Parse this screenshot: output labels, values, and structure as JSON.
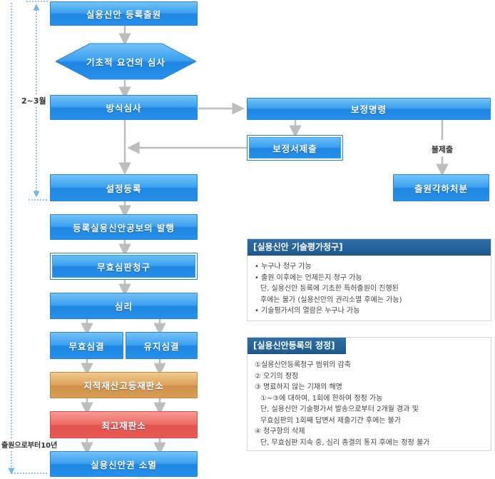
{
  "steps": {
    "application": "실용신안 등록출원",
    "basic_review": "기초적 요건의 심사",
    "formality_exam": "방식심사",
    "correction_order": "보정명령",
    "submit_amendment": "보정서제출",
    "no_submission": "불제출",
    "dismissal": "출원각하처분",
    "registration": "설정등록",
    "publication": "등록실용신안공보의 발행",
    "invalidation_request": "무효심판청구",
    "trial": "심리",
    "invalid_decision": "무효심결",
    "maintain_decision": "유지심결",
    "patent_court": "지적재산고등재판소",
    "supreme_court": "최고재판소",
    "extinction": "실용신안권 소멸"
  },
  "durations": {
    "review_period": "2~3월",
    "term": "출원으로부터10년"
  },
  "panels": {
    "evaluation": {
      "title": "[실용신안 기술평가청구]",
      "lines": [
        "• 누구나 청구 가능",
        "• 출원   이후에는 언제든지 청구 가능",
        "  단, 실용신안 등록에 기초한 특허출원이 진행된",
        "  후에는 불가 (실용신안의 권리소멸 후에는 가능)",
        "• 기술평가서의 열람은 누구나 가능"
      ]
    },
    "correction": {
      "title": "[실용신안등록의 정정]",
      "lines": [
        "①실용신안등록청구 범위의 감축",
        "② 오기의 정정",
        "③ 명료하지 않는 기재의 해명",
        "  ①~③에 대하여, 1회에 한하여 정정 가능",
        "  단, 실용신안 기술평가서 발송으로부터 2개월 경과 및",
        "  무효심판의 1회째 답변서 제출기간 후에는 불가",
        "④ 청구항의 삭제",
        "  단, 무효심판 지속 중, 심리 종결의 통지 후에는 정정 불가"
      ]
    }
  }
}
